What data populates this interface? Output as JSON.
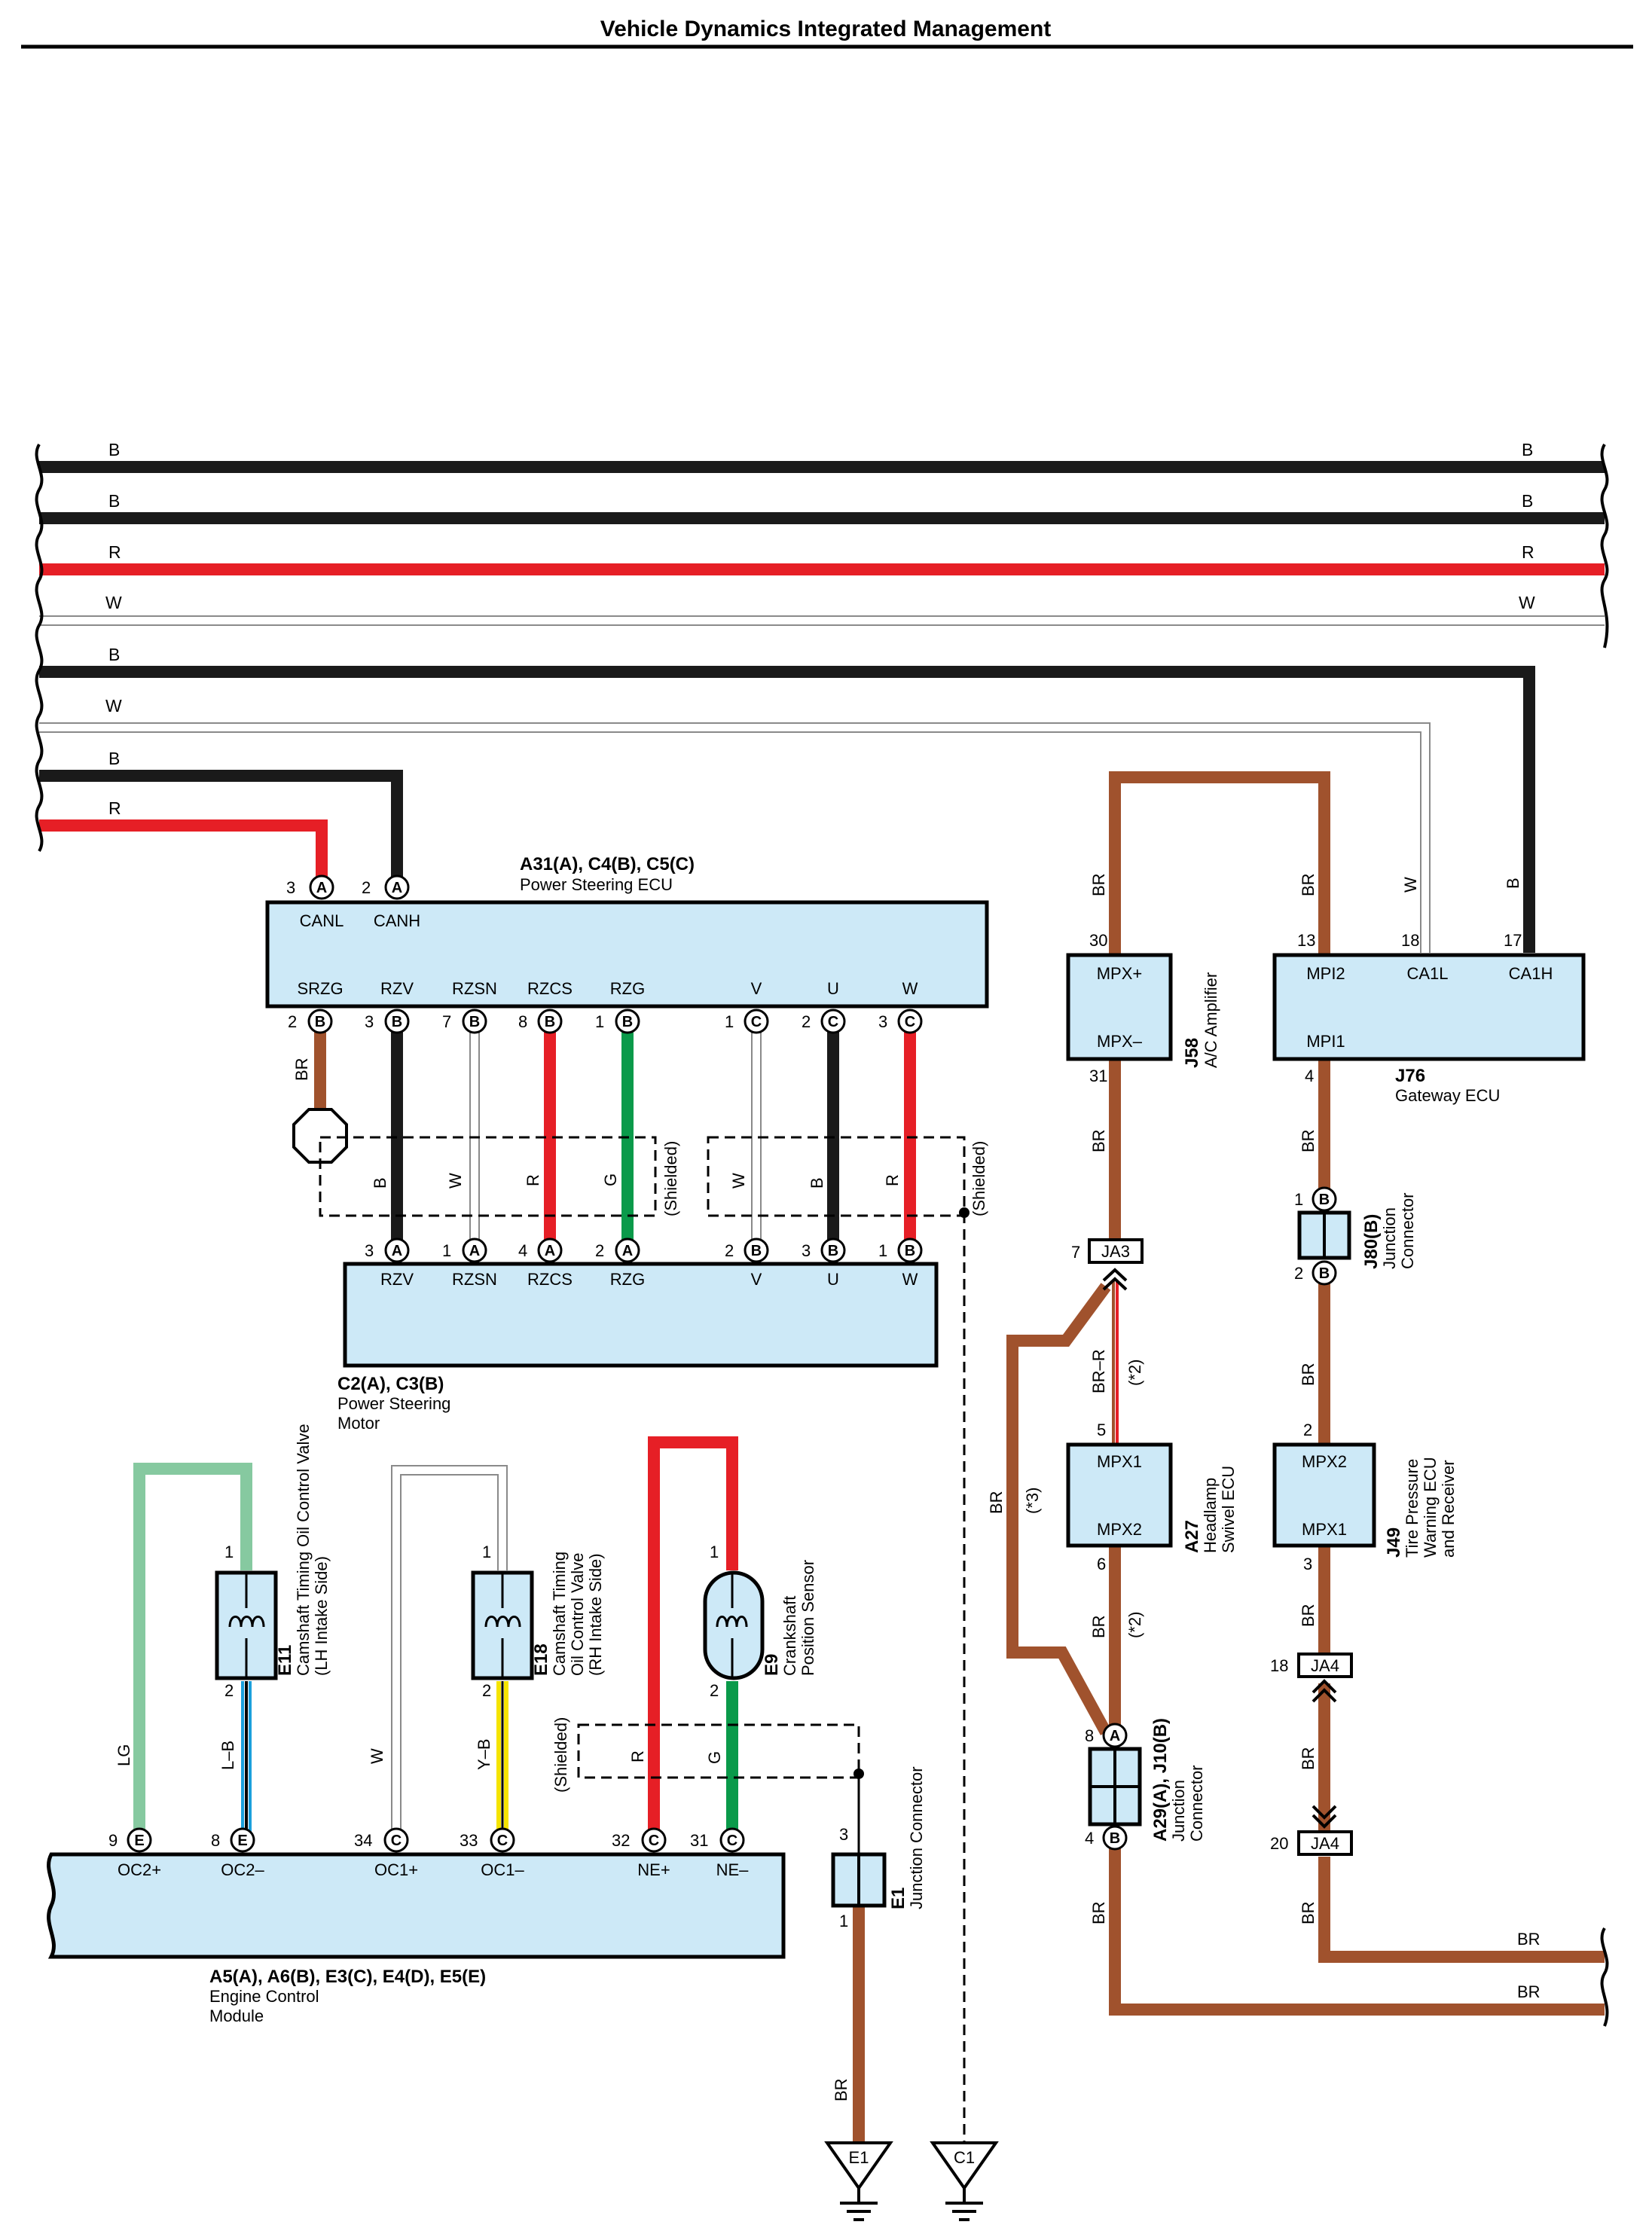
{
  "title": "Vehicle Dynamics Integrated Management",
  "colors": {
    "B": "#1a1a1a",
    "R": "#e61f26",
    "W": "#9a9a9a",
    "BR": "#a0522d",
    "G": "#0a9a4a",
    "LG": "#86c9a0",
    "Y": "#f5e400",
    "L": "#1ba0dc",
    "box": "#cde9f7"
  },
  "harness": {
    "left_labels": [
      "B",
      "B",
      "R",
      "W",
      "B",
      "W",
      "B",
      "R"
    ],
    "right_labels": [
      "B",
      "B",
      "R",
      "W"
    ]
  },
  "components": {
    "ps_ecu": {
      "code": "A31(A), C4(B), C5(C)",
      "name": "Power Steering ECU",
      "top_pins": [
        {
          "num": "3",
          "conn": "A",
          "name": "CANL"
        },
        {
          "num": "2",
          "conn": "A",
          "name": "CANH"
        }
      ],
      "bottom_pins": [
        {
          "num": "2",
          "conn": "B",
          "name": "SRZG"
        },
        {
          "num": "3",
          "conn": "B",
          "name": "RZV"
        },
        {
          "num": "7",
          "conn": "B",
          "name": "RZSN"
        },
        {
          "num": "8",
          "conn": "B",
          "name": "RZCS"
        },
        {
          "num": "1",
          "conn": "B",
          "name": "RZG"
        },
        {
          "num": "1",
          "conn": "C",
          "name": "V"
        },
        {
          "num": "2",
          "conn": "C",
          "name": "U"
        },
        {
          "num": "3",
          "conn": "C",
          "name": "W"
        }
      ]
    },
    "ps_motor": {
      "code": "C2(A), C3(B)",
      "name_lines": [
        "Power Steering",
        "Motor"
      ],
      "pins": [
        {
          "num": "3",
          "conn": "A",
          "name": "RZV"
        },
        {
          "num": "1",
          "conn": "A",
          "name": "RZSN"
        },
        {
          "num": "4",
          "conn": "A",
          "name": "RZCS"
        },
        {
          "num": "2",
          "conn": "A",
          "name": "RZG"
        },
        {
          "num": "2",
          "conn": "B",
          "name": "V"
        },
        {
          "num": "3",
          "conn": "B",
          "name": "U"
        },
        {
          "num": "1",
          "conn": "B",
          "name": "W"
        }
      ]
    },
    "ac_amp": {
      "code": "J58",
      "name": "A/C Amplifier",
      "pins_top": "MPX+",
      "pins_bottom": "MPX–",
      "num_top": "30",
      "num_bottom": "31"
    },
    "gateway": {
      "code": "J76",
      "name": "Gateway ECU",
      "pins": [
        "MPI2",
        "CA1L",
        "CA1H",
        "MPI1"
      ],
      "nums": [
        "13",
        "18",
        "17",
        "4"
      ]
    },
    "j80": {
      "code": "J80(B)",
      "name_lines": [
        "Junction",
        "Connector"
      ],
      "nums": [
        "1",
        "2"
      ],
      "conn": "B"
    },
    "headlamp": {
      "code": "A27",
      "name_lines": [
        "Headlamp",
        "Swivel ECU"
      ],
      "pins": [
        "MPX1",
        "MPX2"
      ],
      "nums": [
        "5",
        "6"
      ]
    },
    "tpms": {
      "code": "J49",
      "name_lines": [
        "Tire Pressure",
        "Warning ECU",
        "and Receiver"
      ],
      "pins": [
        "MPX2",
        "MPX1"
      ],
      "nums": [
        "2",
        "3"
      ]
    },
    "a29": {
      "code": "A29(A), J10(B)",
      "name_lines": [
        "Junction",
        "Connector"
      ],
      "nums": [
        "8",
        "4"
      ],
      "conns": [
        "A",
        "B"
      ]
    },
    "e11": {
      "code": "E11",
      "name_lines": [
        "Camshaft Timing Oil Control Valve",
        "(LH Intake Side)"
      ],
      "nums": [
        "1",
        "2"
      ]
    },
    "e18": {
      "code": "E18",
      "name_lines": [
        "Camshaft Timing",
        "Oil Control Valve",
        "(RH Intake Side)"
      ],
      "nums": [
        "1",
        "2"
      ]
    },
    "e9": {
      "code": "E9",
      "name_lines": [
        "Crankshaft",
        "Position Sensor"
      ],
      "nums": [
        "1",
        "2"
      ]
    },
    "e1j": {
      "code": "E1",
      "name": "Junction Connector",
      "nums": [
        "3",
        "1"
      ]
    },
    "ecm": {
      "code": "A5(A), A6(B), E3(C), E4(D), E5(E)",
      "name_lines": [
        "Engine Control",
        "Module"
      ],
      "pins": [
        {
          "num": "9",
          "conn": "E",
          "name": "OC2+"
        },
        {
          "num": "8",
          "conn": "E",
          "name": "OC2–"
        },
        {
          "num": "34",
          "conn": "C",
          "name": "OC1+"
        },
        {
          "num": "33",
          "conn": "C",
          "name": "OC1–"
        },
        {
          "num": "32",
          "conn": "C",
          "name": "NE+"
        },
        {
          "num": "31",
          "conn": "C",
          "name": "NE–"
        }
      ]
    },
    "grounds": [
      "E1",
      "C1"
    ]
  },
  "junctions": {
    "ja3": {
      "name": "JA3",
      "num": "7"
    },
    "ja4a": {
      "name": "JA4",
      "num": "18"
    },
    "ja4b": {
      "name": "JA4",
      "num": "20"
    }
  },
  "wire_labels": {
    "br": "BR",
    "w": "W",
    "b": "B",
    "r": "R",
    "g": "G",
    "lg": "LG",
    "lb": "L–B",
    "yb": "Y–B",
    "brr": "BR–R",
    "shielded": "(Shielded)",
    "note2": "(*2)",
    "note3": "(*3)"
  }
}
